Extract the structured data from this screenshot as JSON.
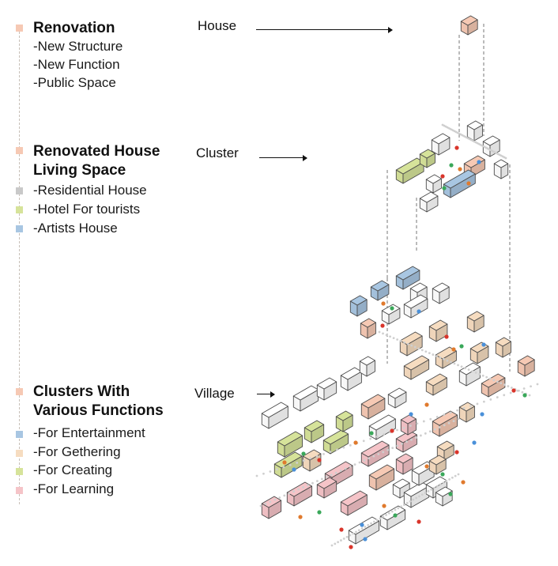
{
  "legend": {
    "renovation": {
      "title": "Renovation",
      "items": [
        "-New Structure",
        "-New Function",
        "-Public Space"
      ]
    },
    "living": {
      "title_line1": "Renovated House",
      "title_line2": "Living Space",
      "items": [
        "-Residential House",
        "-Hotel For tourists",
        "-Artists House"
      ]
    },
    "clusters": {
      "title_line1": "Clusters With",
      "title_line2": "Various Functions",
      "items": [
        "-For Entertainment",
        "-For Gethering",
        "-For Creating",
        "-For Learning"
      ]
    }
  },
  "levels": {
    "house": "House",
    "cluster": "Cluster",
    "village": "Village"
  },
  "colors": {
    "renovation": "#f6c9b4",
    "residential": "#c9c9c9",
    "hotel": "#d6e39a",
    "artists": "#a8c6e2",
    "entertainment": "#a8c6e2",
    "gathering": "#f6dcc0",
    "creating": "#d6e39a",
    "learning": "#f5c4c8",
    "outline": "#4a4a4a",
    "legend_line": "#c8c0b8"
  }
}
